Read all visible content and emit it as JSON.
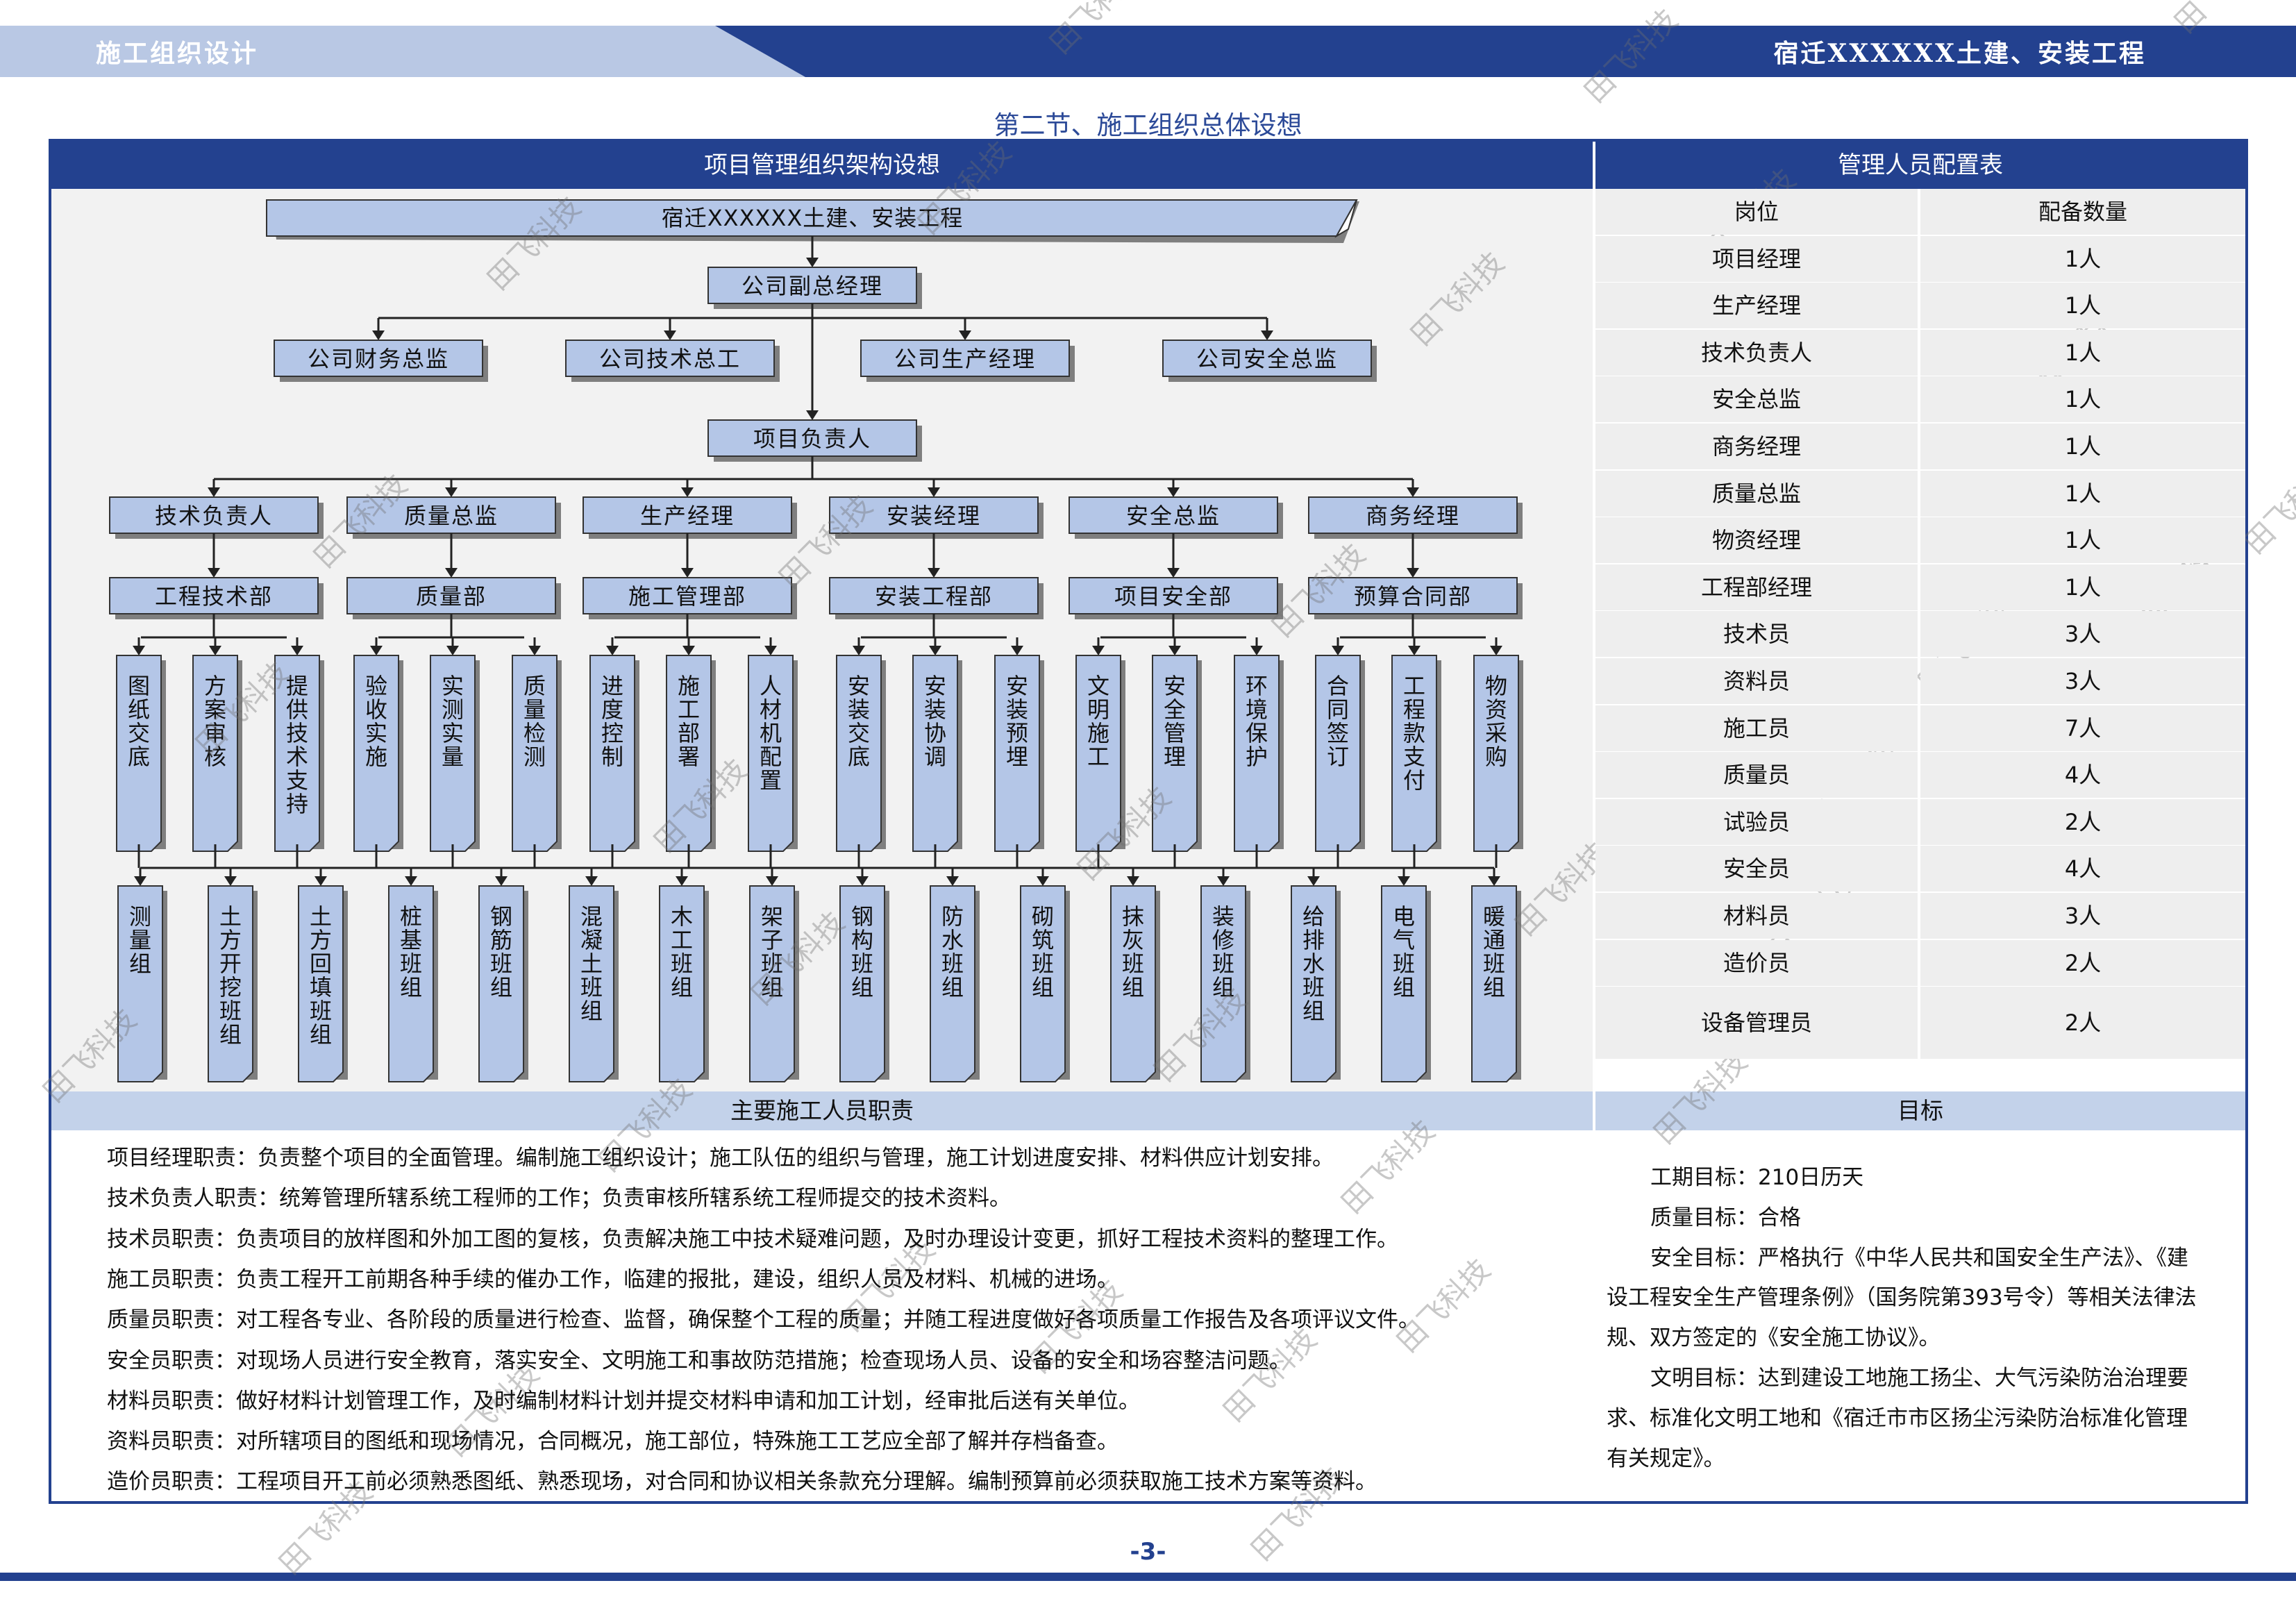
{
  "header": {
    "left_title": "施工组织设计",
    "right_title": "宿迁XXXXXX土建、安装工程"
  },
  "section_title": "第二节、施工组织总体设想",
  "org_chart": {
    "panel_title": "项目管理组织架构设想",
    "top": "宿迁XXXXXX土建、安装工程",
    "vp": "公司副总经理",
    "directors": [
      "公司财务总监",
      "公司技术总工",
      "公司生产经理",
      "公司安全总监"
    ],
    "project_lead": "项目负责人",
    "branches": [
      {
        "manager": "技术负责人",
        "dept": "工程技术部",
        "tasks": [
          "图纸交底",
          "方案审核",
          "提供技术支持"
        ]
      },
      {
        "manager": "质量总监",
        "dept": "质量部",
        "tasks": [
          "验收实施",
          "实测实量",
          "质量检测"
        ]
      },
      {
        "manager": "生产经理",
        "dept": "施工管理部",
        "tasks": [
          "进度控制",
          "施工部署",
          "人材机配置"
        ]
      },
      {
        "manager": "安装经理",
        "dept": "安装工程部",
        "tasks": [
          "安装交底",
          "安装协调",
          "安装预埋"
        ]
      },
      {
        "manager": "安全总监",
        "dept": "项目安全部",
        "tasks": [
          "文明施工",
          "安全管理",
          "环境保护"
        ]
      },
      {
        "manager": "商务经理",
        "dept": "预算合同部",
        "tasks": [
          "合同签订",
          "工程款支付",
          "物资采购"
        ]
      }
    ],
    "teams": [
      "测量组",
      "土方开挖班组",
      "土方回填班组",
      "桩基班组",
      "钢筋班组",
      "混凝土班组",
      "木工班组",
      "架子班组",
      "钢构班组",
      "防水班组",
      "砌筑班组",
      "抹灰班组",
      "装修班组",
      "给排水班组",
      "电气班组",
      "暖通班组"
    ]
  },
  "staffing": {
    "panel_title": "管理人员配置表",
    "col_position": "岗位",
    "col_count": "配备数量",
    "rows": [
      [
        "项目经理",
        "1人"
      ],
      [
        "生产经理",
        "1人"
      ],
      [
        "技术负责人",
        "1人"
      ],
      [
        "安全总监",
        "1人"
      ],
      [
        "商务经理",
        "1人"
      ],
      [
        "质量总监",
        "1人"
      ],
      [
        "物资经理",
        "1人"
      ],
      [
        "工程部经理",
        "1人"
      ],
      [
        "技术员",
        "3人"
      ],
      [
        "资料员",
        "3人"
      ],
      [
        "施工员",
        "7人"
      ],
      [
        "质量员",
        "4人"
      ],
      [
        "试验员",
        "2人"
      ],
      [
        "安全员",
        "4人"
      ],
      [
        "材料员",
        "3人"
      ],
      [
        "造价员",
        "2人"
      ],
      [
        "设备管理员",
        "2人"
      ]
    ]
  },
  "duties": {
    "panel_title": "主要施工人员职责",
    "lines": [
      "项目经理职责：负责整个项目的全面管理。编制施工组织设计；施工队伍的组织与管理，施工计划进度安排、材料供应计划安排。",
      "技术负责人职责：统筹管理所辖系统工程师的工作；负责审核所辖系统工程师提交的技术资料。",
      "技术员职责：负责项目的放样图和外加工图的复核，负责解决施工中技术疑难问题，及时办理设计变更，抓好工程技术资料的整理工作。",
      "施工员职责：负责工程开工前期各种手续的催办工作，临建的报批，建设，组织人员及材料、机械的进场。",
      "质量员职责：对工程各专业、各阶段的质量进行检查、监督，确保整个工程的质量；并随工程进度做好各项质量工作报告及各项评议文件。",
      "安全员职责：对现场人员进行安全教育，落实安全、文明施工和事故防范措施；检查现场人员、设备的安全和场容整洁问题。",
      "材料员职责：做好材料计划管理工作，及时编制材料计划并提交材料申请和加工计划，经审批后送有关单位。",
      "资料员职责：对所辖项目的图纸和现场情况，合同概况，施工部位，特殊施工工艺应全部了解并存档备查。",
      "造价员职责：工程项目开工前必须熟悉图纸、熟悉现场，对合同和协议相关条款充分理解。编制预算前必须获取施工技术方案等资料。"
    ]
  },
  "goals": {
    "panel_title": "目标",
    "lines": [
      "工期目标：210日历天",
      "质量目标：合格",
      "安全目标：严格执行《中华人民共和国安全生产法》、《建",
      "设工程安全生产管理条例》（国务院第393号令）等相关法律法",
      "规、双方签定的《安全施工协议》。",
      "文明目标：达到建设工地施工扬尘、大气污染防治治理要",
      "求、标准化文明工地和《宿迁市市区扬尘污染防治标准化管理",
      "有关规定》。"
    ]
  },
  "page_number": "-3-",
  "watermark": "田飞科技",
  "colors": {
    "primary": "#23418f",
    "light": "#c3d2ea",
    "box": "#b4c6e7",
    "panel_bg": "#f2f2f2"
  }
}
